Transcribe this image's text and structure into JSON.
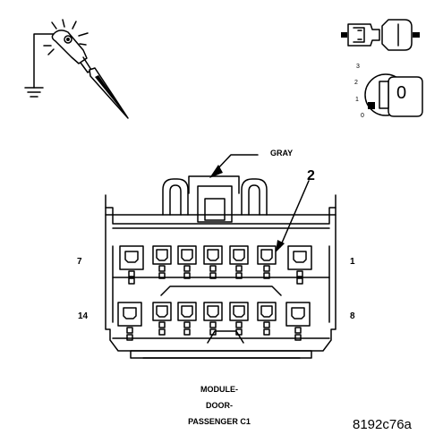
{
  "connector_color_label": "GRAY",
  "callout_number": "2",
  "pin_labels": {
    "top_left": "7",
    "top_right": "1",
    "bottom_left": "14",
    "bottom_right": "8"
  },
  "key_icon": {
    "positions": [
      "3",
      "2",
      "1",
      "0"
    ],
    "key_text": "0"
  },
  "caption": [
    "MODULE-",
    "DOOR-",
    "PASSENGER C1"
  ],
  "figure_id": "8192c76a"
}
